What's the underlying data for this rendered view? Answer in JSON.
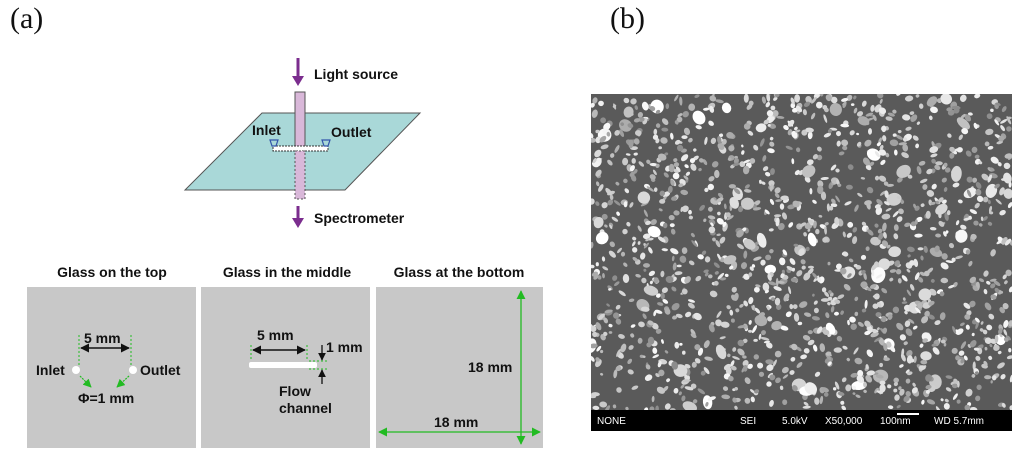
{
  "panels": {
    "a_label": "(a)",
    "b_label": "(b)"
  },
  "schematic": {
    "light_source": "Light source",
    "inlet": "Inlet",
    "outlet": "Outlet",
    "spectrometer": "Spectrometer"
  },
  "layers": {
    "top": {
      "title": "Glass on the top",
      "dim": "5 mm",
      "inlet": "Inlet",
      "outlet": "Outlet",
      "diameter": "Φ=1 mm"
    },
    "middle": {
      "title": "Glass in the middle",
      "dim": "5 mm",
      "height": "1 mm",
      "channel_line1": "Flow",
      "channel_line2": "channel"
    },
    "bottom": {
      "title": "Glass at the bottom",
      "height": "18 mm",
      "width": "18 mm"
    }
  },
  "sem": {
    "detector": "NONE",
    "mode": "SEI",
    "voltage": "5.0kV",
    "magnification": "X50,000",
    "scale": "100nm",
    "wd": "WD 5.7mm"
  },
  "colors": {
    "glass": "#a9d8d8",
    "arrow_purple": "#7b2d8e",
    "panel_gray": "#c8c8c8",
    "dim_green": "#22bb22"
  }
}
